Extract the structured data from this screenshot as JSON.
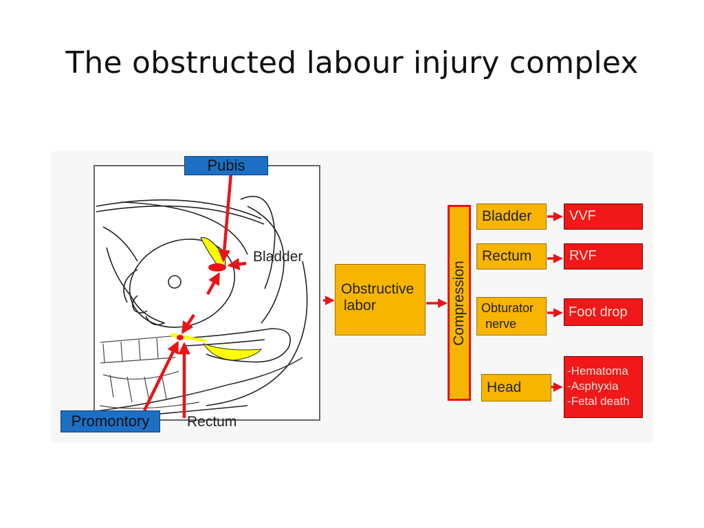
{
  "title": "The obstructed labour injury complex",
  "anatomy_labels": {
    "pubis": "Pubis",
    "bladder": "Bladder",
    "promontory": "Promontory",
    "rectum": "Rectum"
  },
  "flow": {
    "cause": [
      "Obstructive",
      "labor"
    ],
    "mechanism": "Compression",
    "organs": {
      "bladder": "Bladder",
      "rectum": "Rectum",
      "obturator": [
        "Obturator",
        "nerve"
      ],
      "head": "Head"
    },
    "outcomes": {
      "vvf": "VVF",
      "rvf": "RVF",
      "foot_drop": "Foot drop",
      "head_effects": [
        "-Hematoma",
        "-Asphyxia",
        "-Fetal death"
      ]
    }
  },
  "colors": {
    "orange_box": "#f7b500",
    "red_box": "#f01818",
    "blue_label": "#1d6fc4",
    "arrow": "#e8141a",
    "compressed_tissue": "#ffff00"
  }
}
